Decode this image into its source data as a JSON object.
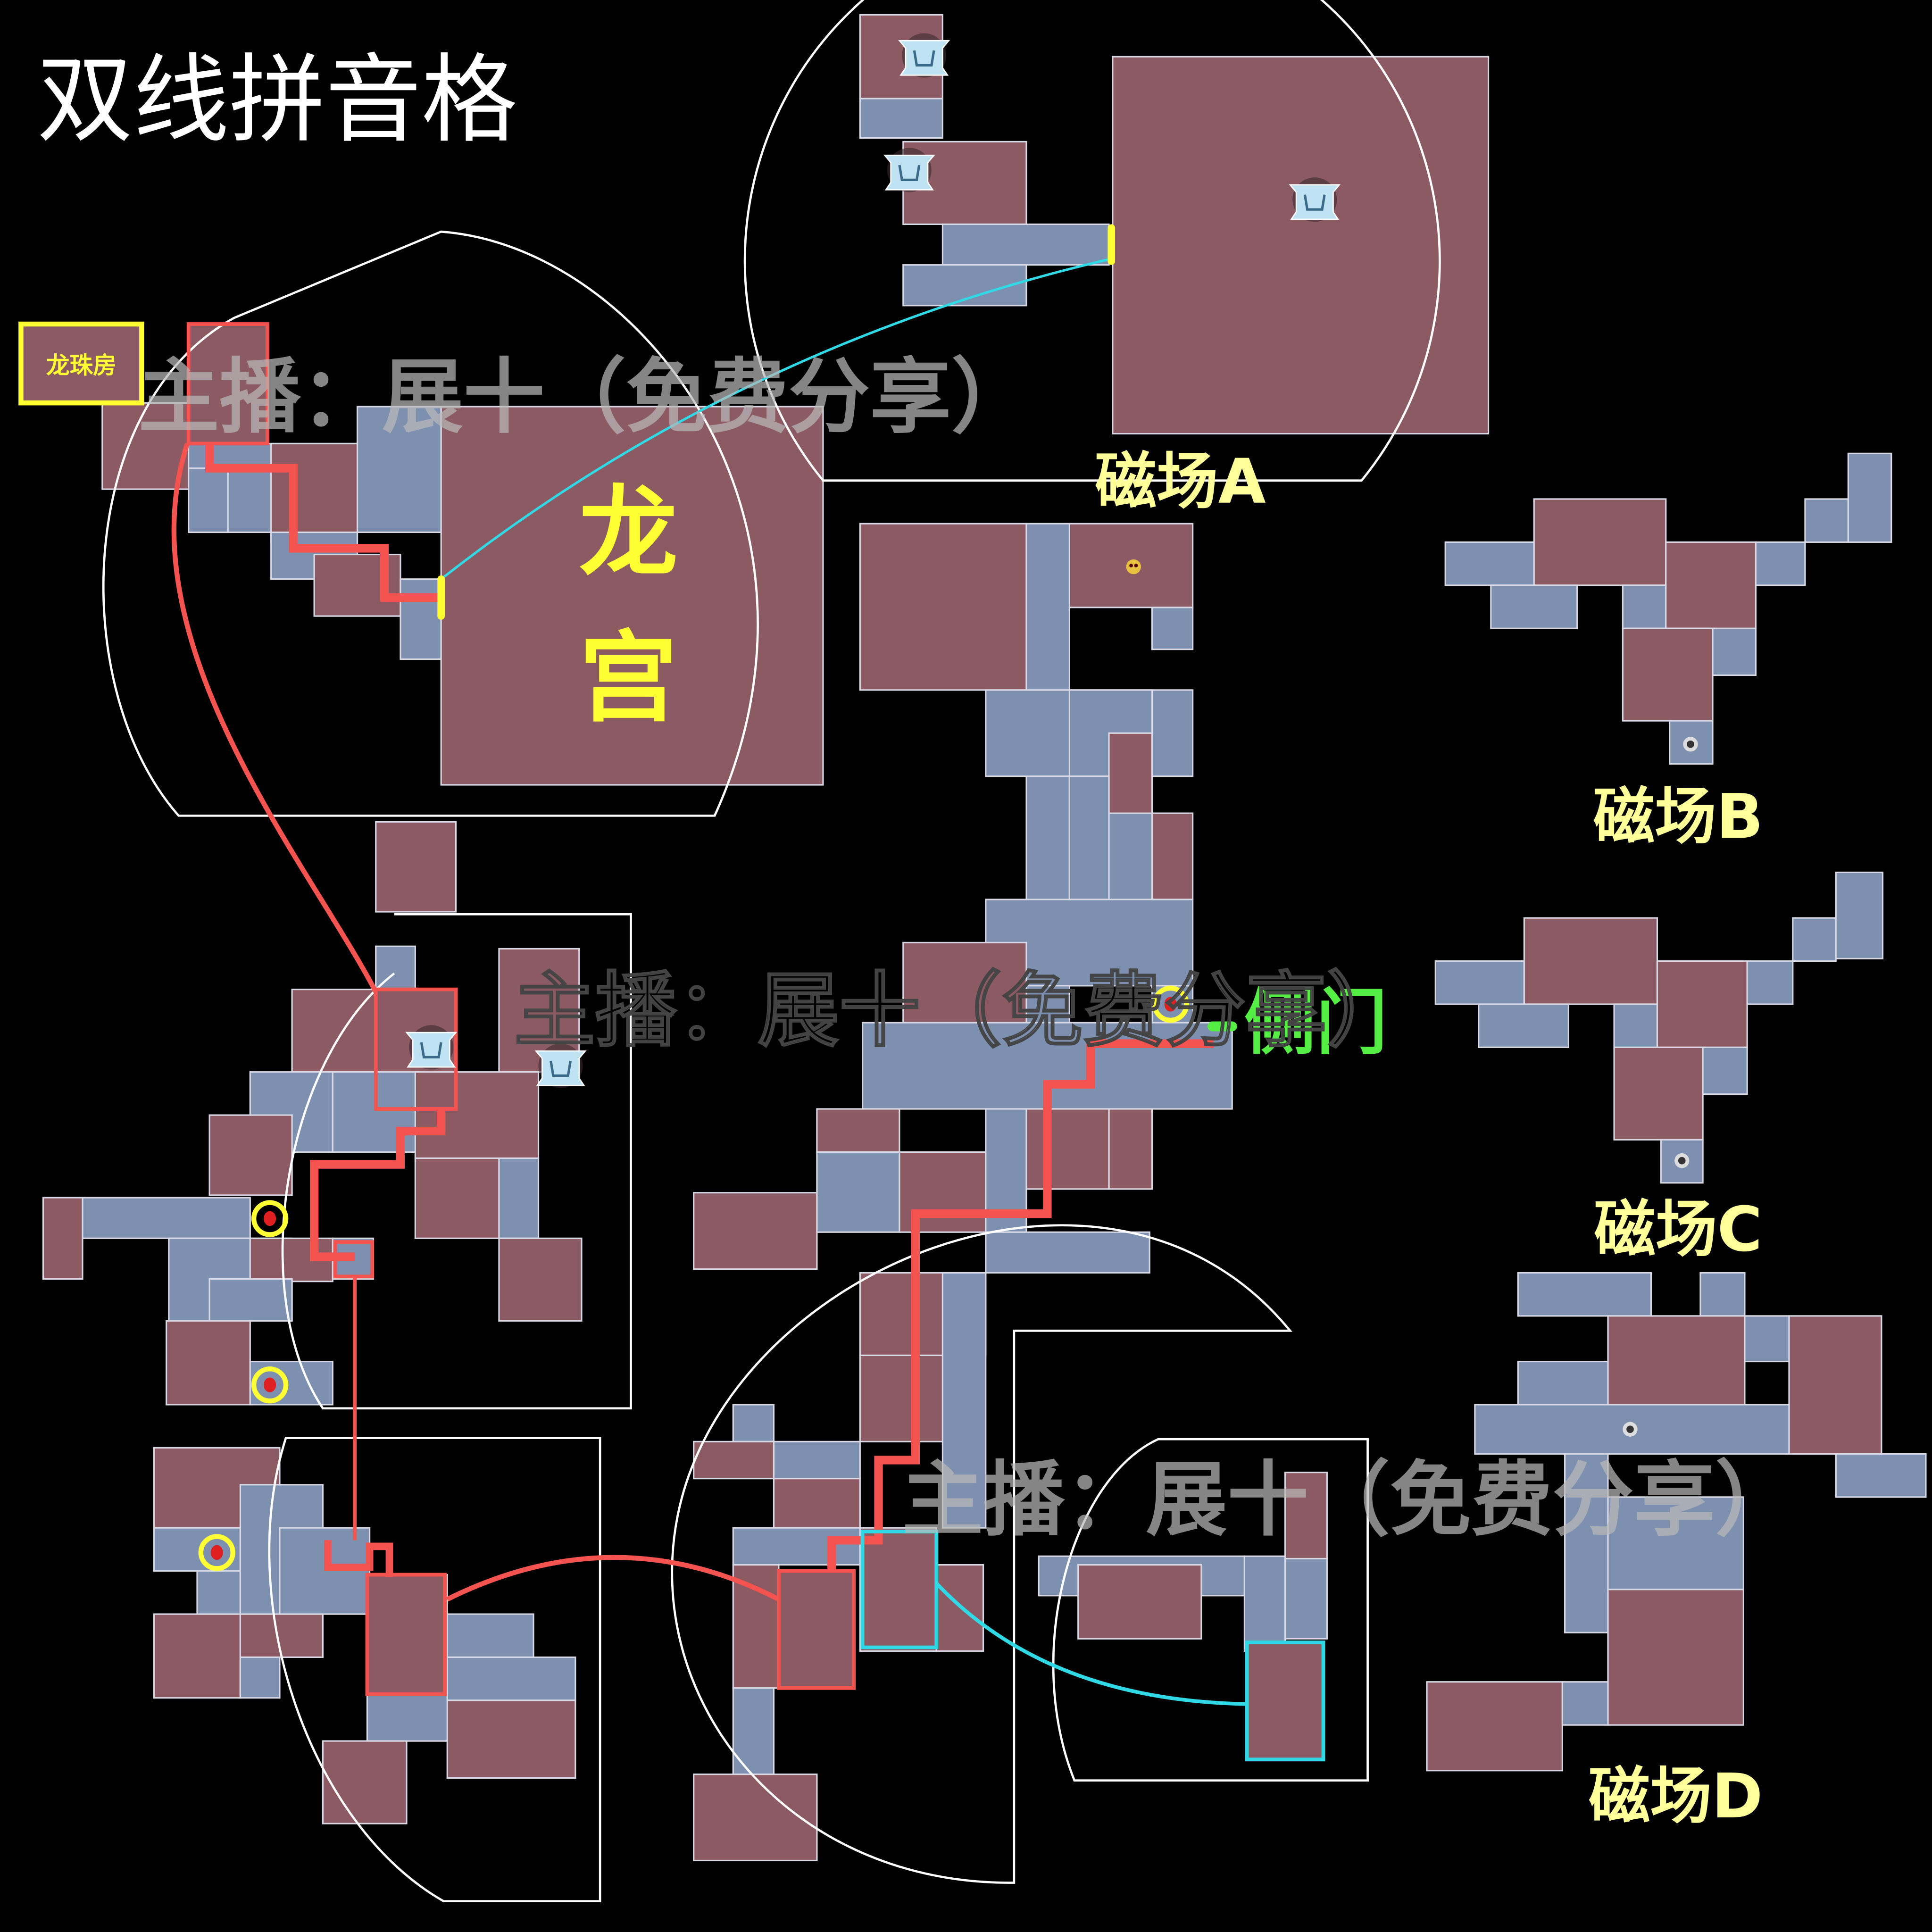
{
  "title": "双线拼音格",
  "watermark": "主播：展十（免费分享）",
  "areas": {
    "dragon_pearl_room": "龙珠房",
    "dragon_palace_1": "龙",
    "dragon_palace_2": "宫",
    "magnet_a": "磁场A",
    "magnet_b": "磁场B",
    "magnet_c": "磁场C",
    "magnet_d": "磁场D",
    "side_door": "侧门"
  },
  "colors": {
    "route_red": "#f4534f",
    "route_cyan": "#2fd9e6",
    "label_yellow": "#ffff33",
    "label_pale_yellow": "#ffff99",
    "side_door_green": "#55ee44",
    "room_pink": "#8c5a63",
    "room_blue": "#7d90b0"
  },
  "icons": [
    "treasure-chest-icon",
    "target-marker-icon",
    "magnet-icon",
    "skull-icon"
  ]
}
